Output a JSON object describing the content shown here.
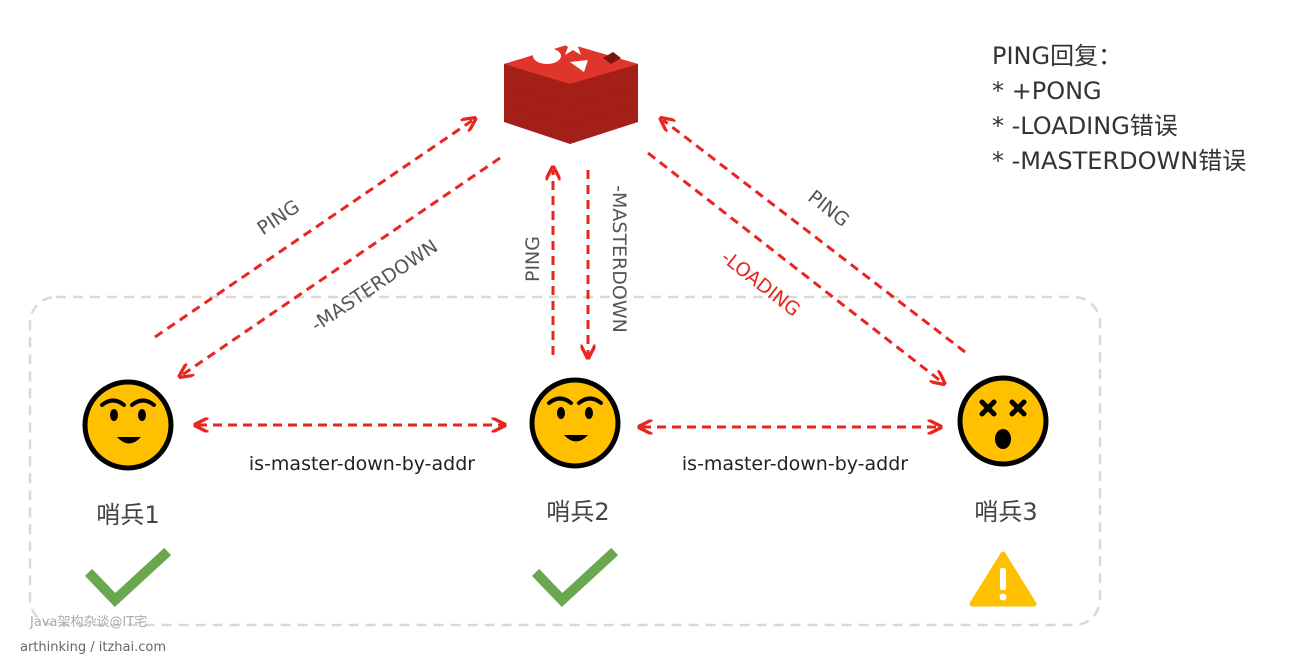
{
  "legend": {
    "title": "PING回复：",
    "items": [
      "* +PONG",
      "* -LOADING错误",
      "* -MASTERDOWN错误"
    ]
  },
  "arrows": {
    "s1_ping": "PING",
    "s1_reply": "-MASTERDOWN",
    "s2_ping": "PING",
    "s2_reply": "-MASTERDOWN",
    "s3_ping": "PING",
    "s3_reply": "-LOADING"
  },
  "edges": {
    "s1_s2": "is-master-down-by-addr",
    "s2_s3": "is-master-down-by-addr"
  },
  "sentinels": [
    {
      "label": "哨兵1",
      "state": "smile",
      "status_icon": "check-icon"
    },
    {
      "label": "哨兵2",
      "state": "smile",
      "status_icon": "check-icon"
    },
    {
      "label": "哨兵3",
      "state": "dizzy",
      "status_icon": "warning-icon"
    }
  ],
  "master_icon": "redis-master-icon",
  "watermark": {
    "line1": "Java架构杂谈@IT宅",
    "line2": "arthinking / itzhai.com"
  },
  "colors": {
    "arrow": "#e8251e",
    "face": "#ffc000",
    "check": "#6aa84f",
    "warning": "#ffc000",
    "redis": "#d82c20",
    "group_border": "#d9d9d9"
  }
}
